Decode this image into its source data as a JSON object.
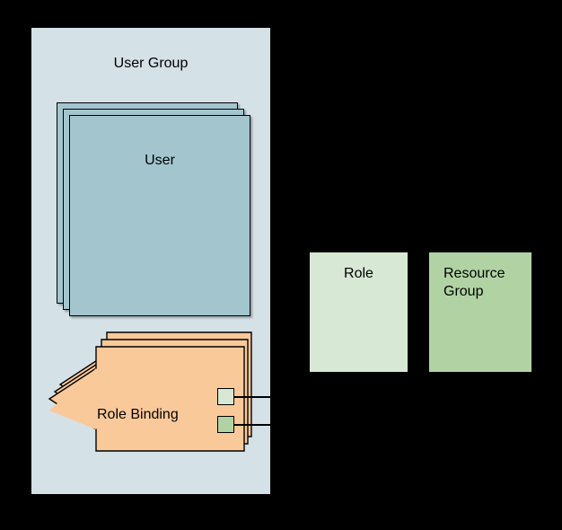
{
  "diagram": {
    "background_color": "#000000",
    "user_group": {
      "title": "User Group",
      "panel_color": "#d4e1e7",
      "users": {
        "label": "User",
        "fill_color": "#a3c6ce",
        "stack_count": 3
      },
      "role_binding": {
        "label": "Role Binding",
        "fill_color": "#fac99a",
        "stack_count": 3,
        "ports": [
          {
            "name": "role-port",
            "color": "#d7e8d4"
          },
          {
            "name": "resource-group-port",
            "color": "#b1d3a4"
          }
        ]
      }
    },
    "entities": [
      {
        "name": "role",
        "label": "Role",
        "fill_color": "#d7e8d4"
      },
      {
        "name": "resource-group",
        "label": "Resource\nGroup",
        "fill_color": "#b1d3a4"
      }
    ],
    "connectors": [
      {
        "name": "role-binding-to-role"
      },
      {
        "name": "role-binding-to-resource-group"
      }
    ]
  }
}
